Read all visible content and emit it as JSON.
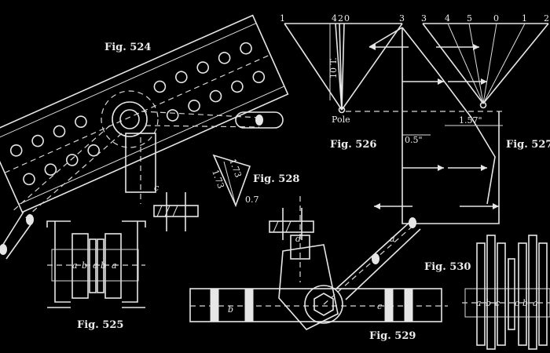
{
  "figures": {
    "fig524": "Fig. 524",
    "fig525": "Fig. 525",
    "fig526": "Fig. 526",
    "fig527": "Fig. 527",
    "fig528": "Fig. 528",
    "fig529": "Fig. 529",
    "fig530": "Fig. 530"
  },
  "fig526": {
    "top_labels": [
      "1",
      "4",
      "2",
      "0",
      "3"
    ],
    "load_label": "10 T.",
    "pole_label": "Pole",
    "dimension": "0.5\""
  },
  "fig527": {
    "top_labels": [
      "3",
      "4",
      "5",
      "0",
      "1",
      "2"
    ],
    "dimension": "1.57\""
  },
  "fig528": {
    "values": [
      "1.73",
      "1.73",
      "0.7"
    ]
  },
  "member_labels": {
    "c": "c",
    "d": "d",
    "a": "a",
    "b": "b",
    "fig525_plates": [
      "a",
      "b",
      "c",
      "b",
      "a"
    ],
    "fig530_plates": [
      "a",
      "b",
      "c",
      "c",
      "b",
      "a"
    ]
  }
}
